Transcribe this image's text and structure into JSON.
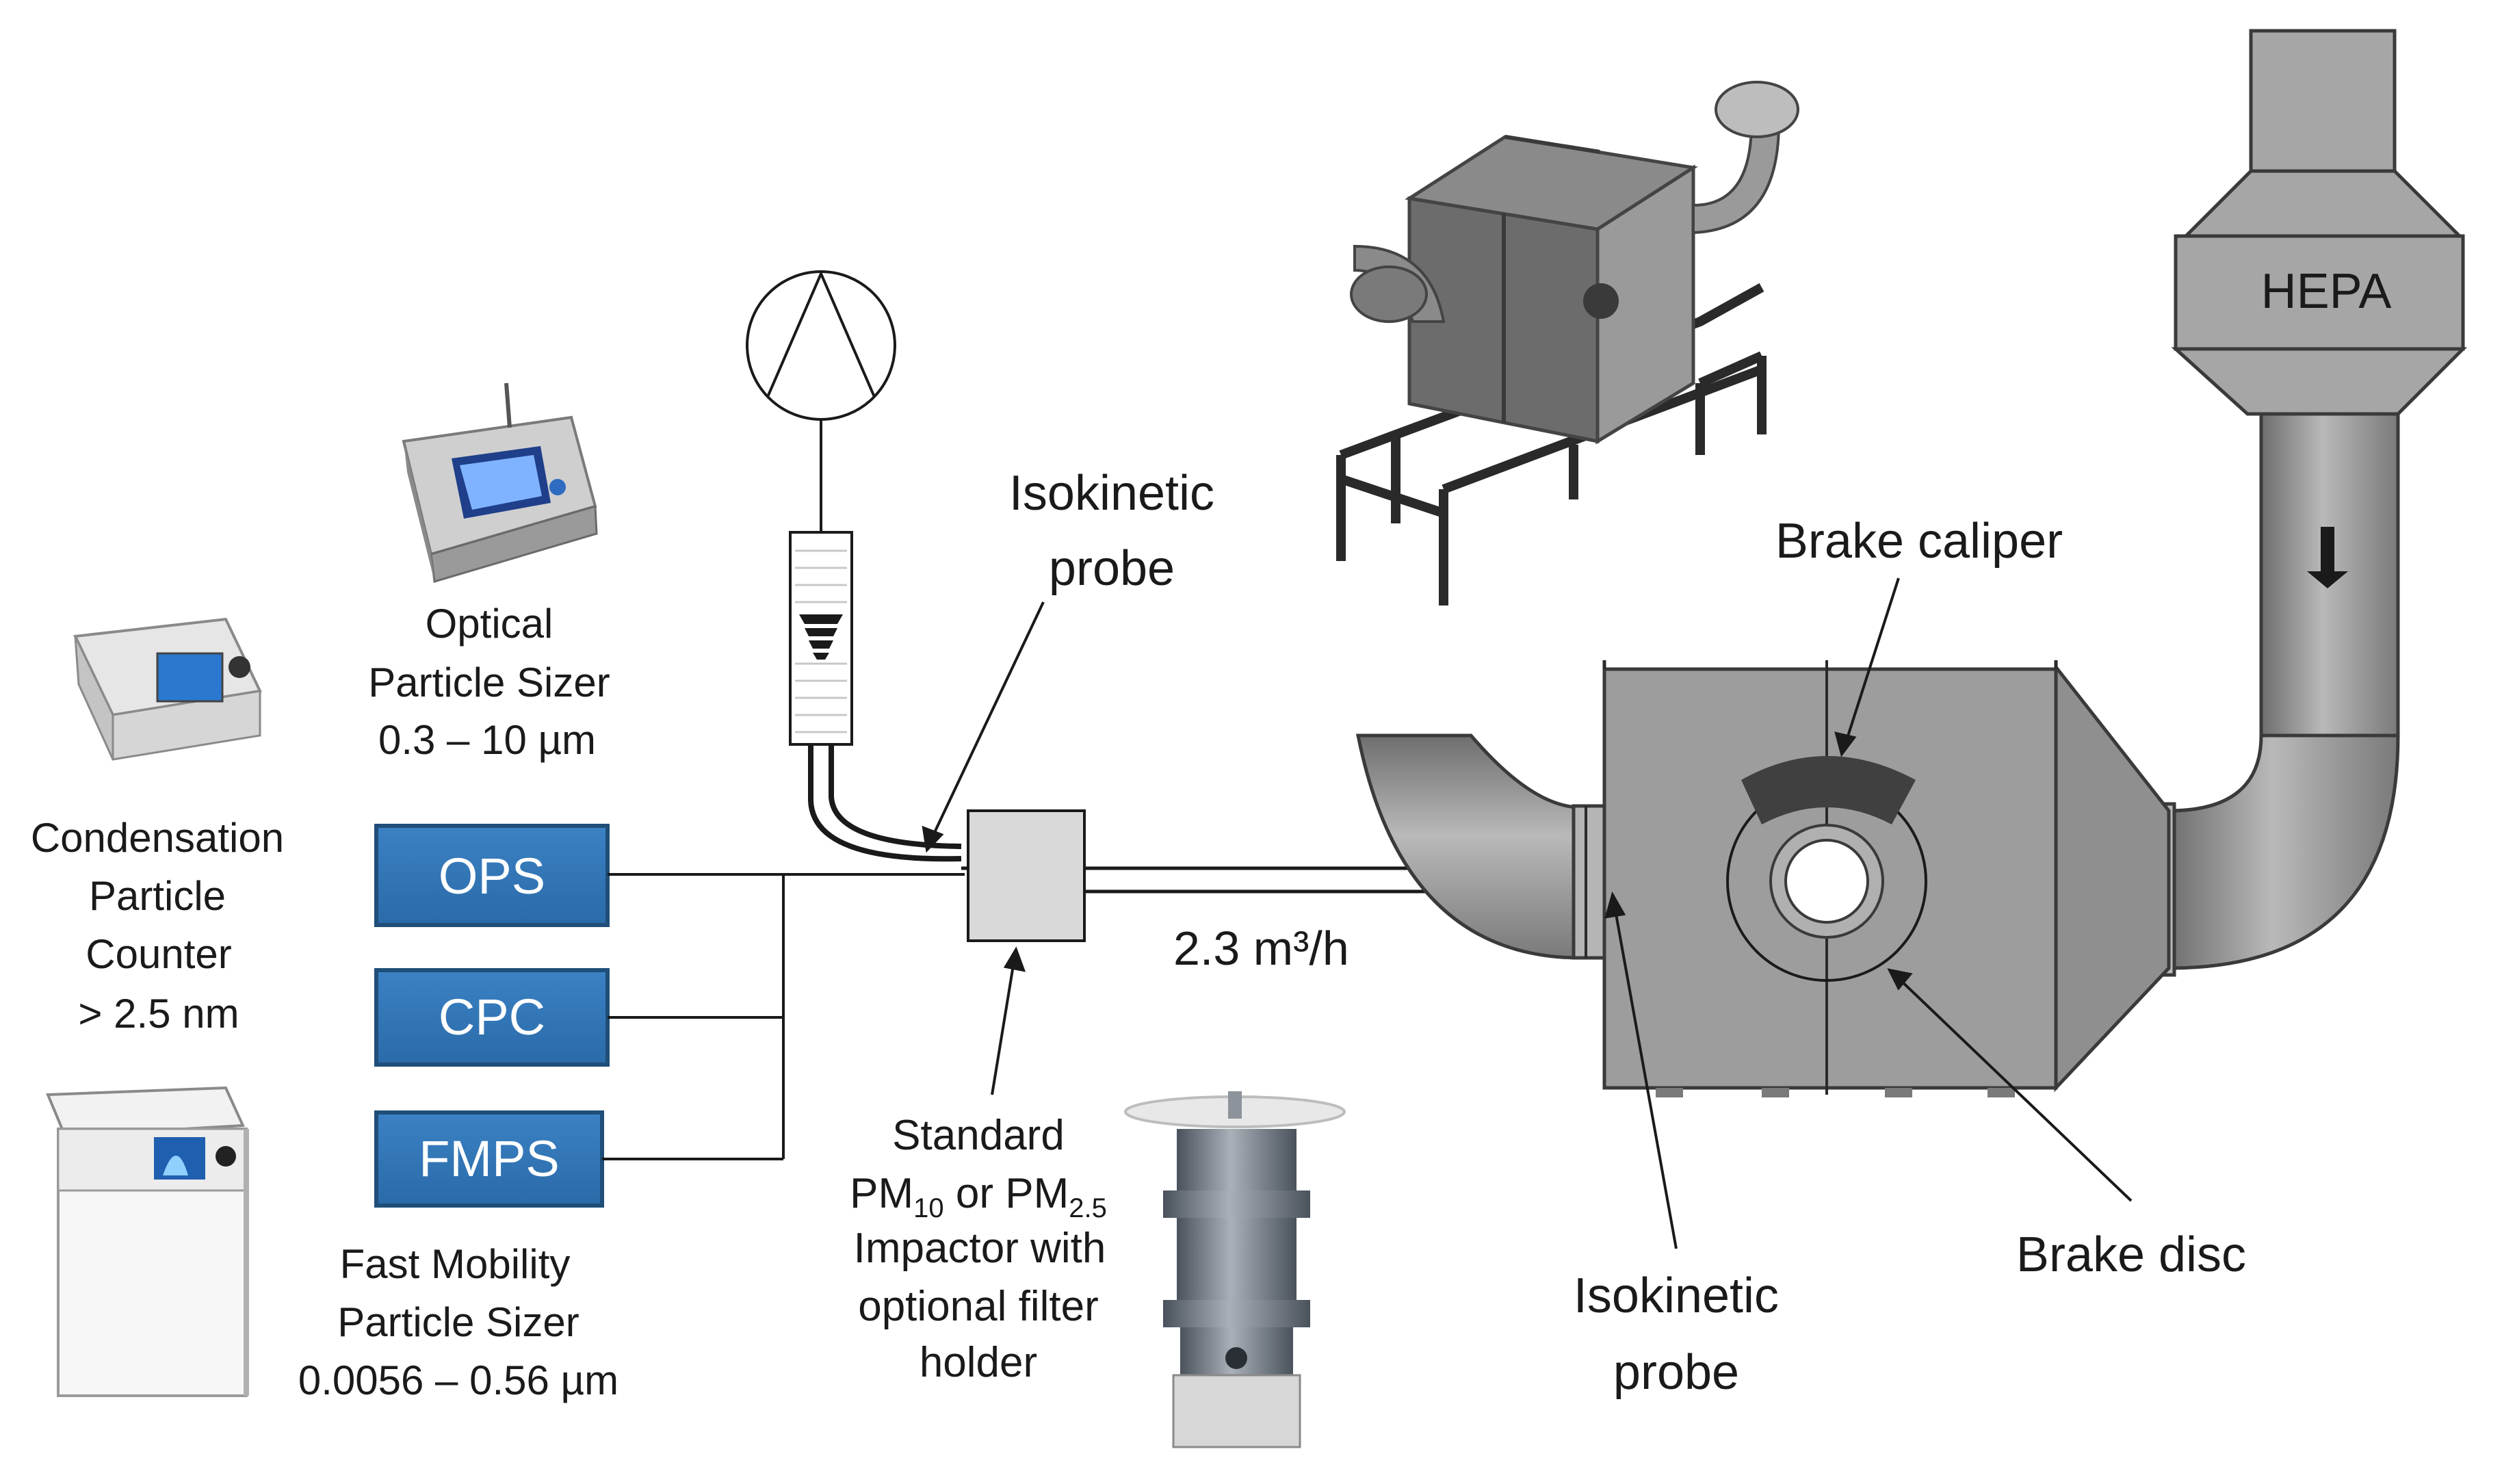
{
  "instruments": {
    "ops": {
      "box_label": "OPS",
      "name_line1": "Optical",
      "name_line2": "Particle Sizer",
      "range": "0.3 – 10 µm"
    },
    "cpc": {
      "box_label": "CPC",
      "name_line1": "Condensation",
      "name_line2": "Particle",
      "name_line3": "Counter",
      "range": "> 2.5 nm"
    },
    "fmps": {
      "box_label": "FMPS",
      "name_line1": "Fast Mobility",
      "name_line2": "Particle Sizer",
      "range": "0.0056 – 0.56 µm"
    }
  },
  "sampling": {
    "isokinetic_probe_top_line1": "Isokinetic",
    "isokinetic_probe_top_line2": "probe",
    "flow_rate": "2.3 m³/h",
    "impactor_line1": "Standard",
    "impactor_pm10_main": "PM",
    "impactor_pm10_sub": "10",
    "impactor_or": " or ",
    "impactor_pm25_main": "PM",
    "impactor_pm25_sub": "2.5",
    "impactor_line3": "Impactor with",
    "impactor_line4": "optional filter",
    "impactor_line5": "holder"
  },
  "enclosure": {
    "hepa_label": "HEPA",
    "brake_caliper_label": "Brake caliper",
    "brake_disc_label": "Brake disc",
    "isokinetic_probe_bottom_line1": "Isokinetic",
    "isokinetic_probe_bottom_line2": "probe"
  },
  "colors": {
    "instrument_box": "#2e75b6",
    "instrument_border": "#1f4e79",
    "duct_gray": "#a6a6a6",
    "chamber_gray": "#9d9d9d",
    "caliper": "#404040",
    "impactor_box": "#d9d9d9"
  }
}
